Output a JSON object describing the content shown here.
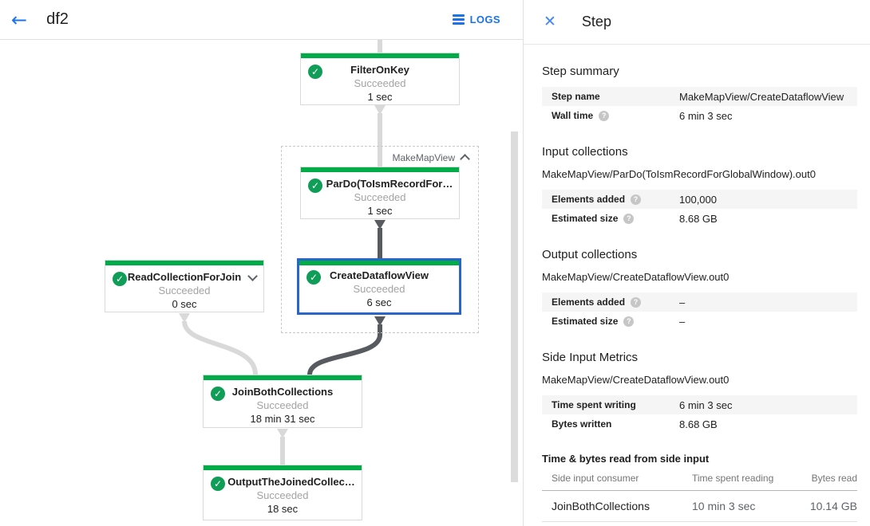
{
  "header": {
    "title": "df2",
    "logs_button": "LOGS"
  },
  "icons": {
    "back": "←",
    "close": "✕",
    "check": "✓",
    "help": "?"
  },
  "colors": {
    "accent_blue": "#1a73e8",
    "success_green": "#0f9d58",
    "node_bar_green": "#00ac47",
    "selected_border_blue": "#2a66c9",
    "edge_light": "#d9d9d9",
    "edge_dark": "#575b5f",
    "row_stripe": "#f5f5f5"
  },
  "graph": {
    "group_label": "MakeMapView",
    "nodes": [
      {
        "name": "FilterOnKey",
        "status": "Succeeded",
        "time": "1 sec"
      },
      {
        "name": "ParDo(ToIsmRecordFor…",
        "status": "Succeeded",
        "time": "1 sec"
      },
      {
        "name": "CreateDataflowView",
        "status": "Succeeded",
        "time": "6 sec"
      },
      {
        "name": "ReadCollectionForJoin",
        "status": "Succeeded",
        "time": "0 sec"
      },
      {
        "name": "JoinBothCollections",
        "status": "Succeeded",
        "time": "18 min 31 sec"
      },
      {
        "name": "OutputTheJoinedCollec…",
        "status": "Succeeded",
        "time": "18 sec"
      }
    ]
  },
  "panel": {
    "title": "Step",
    "step_summary": {
      "title": "Step summary",
      "rows": [
        {
          "label": "Step name",
          "value": "MakeMapView/CreateDataflowView"
        },
        {
          "label": "Wall time",
          "value": "6 min 3 sec"
        }
      ]
    },
    "input_collections": {
      "title": "Input collections",
      "collection": "MakeMapView/ParDo(ToIsmRecordForGlobalWindow).out0",
      "rows": [
        {
          "label": "Elements added",
          "value": "100,000"
        },
        {
          "label": "Estimated size",
          "value": "8.68 GB"
        }
      ]
    },
    "output_collections": {
      "title": "Output collections",
      "collection": "MakeMapView/CreateDataflowView.out0",
      "rows": [
        {
          "label": "Elements added",
          "value": "–"
        },
        {
          "label": "Estimated size",
          "value": "–"
        }
      ]
    },
    "side_input_metrics": {
      "title": "Side Input Metrics",
      "collection": "MakeMapView/CreateDataflowView.out0",
      "rows": [
        {
          "label": "Time spent writing",
          "value": "6 min 3 sec"
        },
        {
          "label": "Bytes written",
          "value": "8.68 GB"
        }
      ],
      "table": {
        "title": "Time & bytes read from side input",
        "columns": [
          "Side input consumer",
          "Time spent reading",
          "Bytes read"
        ],
        "rows": [
          {
            "consumer": "JoinBothCollections",
            "time": "10 min 3 sec",
            "bytes": "10.14 GB"
          }
        ]
      }
    }
  }
}
